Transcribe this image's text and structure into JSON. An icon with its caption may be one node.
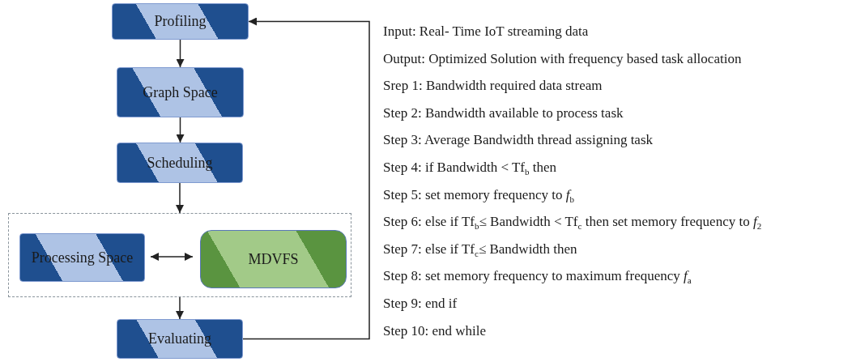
{
  "diagram": {
    "nodes": [
      {
        "text": [
          "Profiling"
        ]
      },
      {
        "text": [
          "Graph Space"
        ]
      },
      {
        "text": [
          "Scheduling"
        ]
      },
      {
        "text": [],
        "shape": "box"
      },
      {
        "text": [
          "Processing Space"
        ],
        "in": 3
      },
      {
        "text": [
          "MDVFS"
        ],
        "in": 3
      },
      {
        "text": [
          "Evaluating"
        ]
      }
    ],
    "edges": [
      {
        "from": 0,
        "to": 1,
        "arrow": "to"
      },
      {
        "from": 1,
        "to": 2,
        "arrow": "to"
      },
      {
        "from": 2,
        "to": 3,
        "arrow": "to"
      },
      {
        "from": 4,
        "to": 5,
        "arrow": "both"
      },
      {
        "from": 3,
        "to": 6,
        "arrow": "to"
      },
      {
        "from": 6,
        "to": 0,
        "arrow": "to"
      }
    ],
    "labels": [
      "Input: Real- Time IoT streaming data",
      "Output: Optimized Solution with frequency based task allocation",
      "Srep 1: Bandwidth required data stream",
      "Step 2: Bandwidth available to process task",
      "Step 3: Average Bandwidth thread assigning task",
      "Step 4: if Bandwidth < Tf$_{b}$ then",
      "Step 5: set memory frequency to *f*$_{b}$",
      "Step 6: else if Tf$_{b}$≤ Bandwidth < Tf$_{c}$ then set memory frequency to *f*$_{2}$",
      "Step 7: else if Tf$_{c}$≤ Bandwidth then",
      "Step 8: set memory frequency to maximum frequency *f*$_{a}$",
      "Step 9: end if",
      "Step 10: end while"
    ]
  }
}
